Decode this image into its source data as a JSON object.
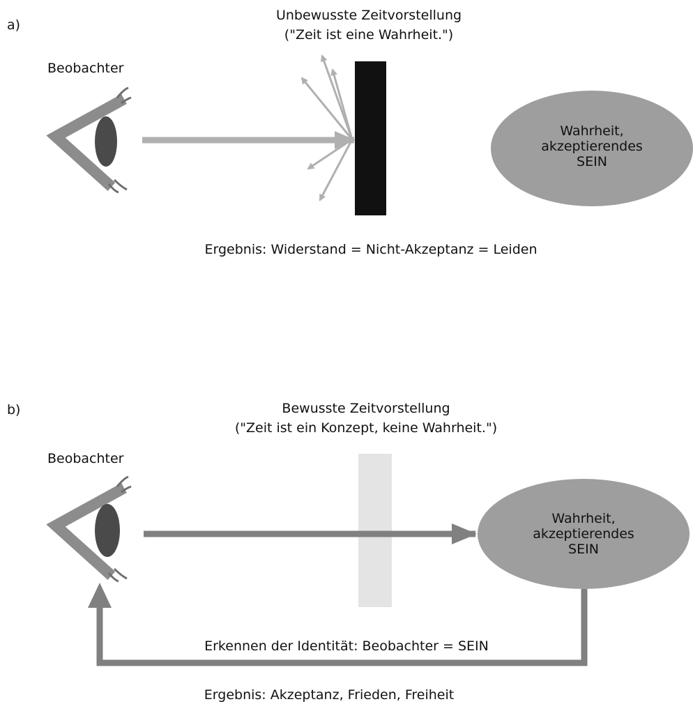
{
  "panel_a": {
    "label": "a)",
    "title": "Unbewusste Zeitvorstellung",
    "subtitle": "(\"Zeit ist eine Wahrheit.\")",
    "observer": "Beobachter",
    "truth_line1": "Wahrheit,",
    "truth_line2": "akzeptierendes",
    "truth_line3": "SEIN",
    "result": "Ergebnis: Widerstand = Nicht-Akzeptanz = Leiden"
  },
  "panel_b": {
    "label": "b)",
    "title": "Bewusste Zeitvorstellung",
    "subtitle": "(\"Zeit ist ein Konzept, keine Wahrheit.\")",
    "observer": "Beobachter",
    "truth_line1": "Wahrheit,",
    "truth_line2": "akzeptierendes",
    "truth_line3": "SEIN",
    "identity": "Erkennen der Identität: Beobachter = SEIN",
    "result": "Ergebnis: Akzeptanz, Frieden, Freiheit"
  },
  "colors": {
    "ellipse": "#9e9e9e",
    "arrow_light": "#b0b0b0",
    "arrow_dark": "#808080",
    "barrier_solid": "#111111",
    "barrier_transparent": "#e4e4e4",
    "eye_outline": "#8c8c8c",
    "pupil": "#4a4a4a"
  }
}
